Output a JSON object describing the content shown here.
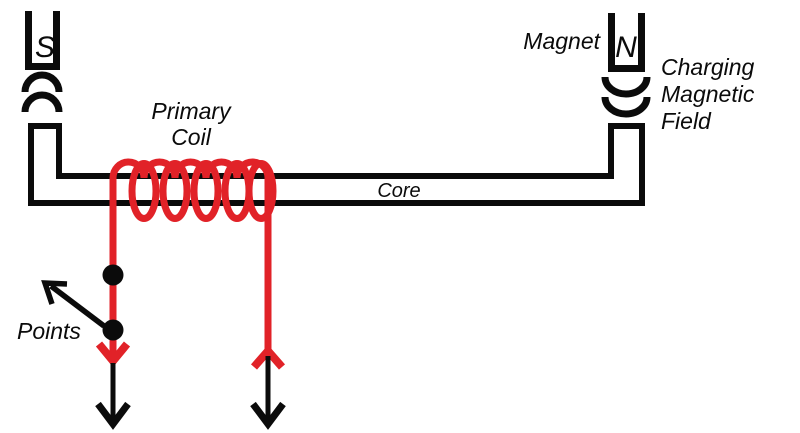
{
  "diagram": {
    "background": "#ffffff",
    "colors": {
      "wire_red": "#e12228",
      "outline_black": "#0b0b0b"
    },
    "magnet_left": {
      "pole": "S"
    },
    "magnet_right": {
      "pole": "N",
      "label": "Magnet"
    },
    "charging_field": {
      "line1": "Charging",
      "line2": "Magnetic",
      "line3": "Field"
    },
    "primary_coil": {
      "line1": "Primary",
      "line2": "Coil"
    },
    "core": {
      "label": "Core"
    },
    "points": {
      "label": "Points"
    }
  }
}
